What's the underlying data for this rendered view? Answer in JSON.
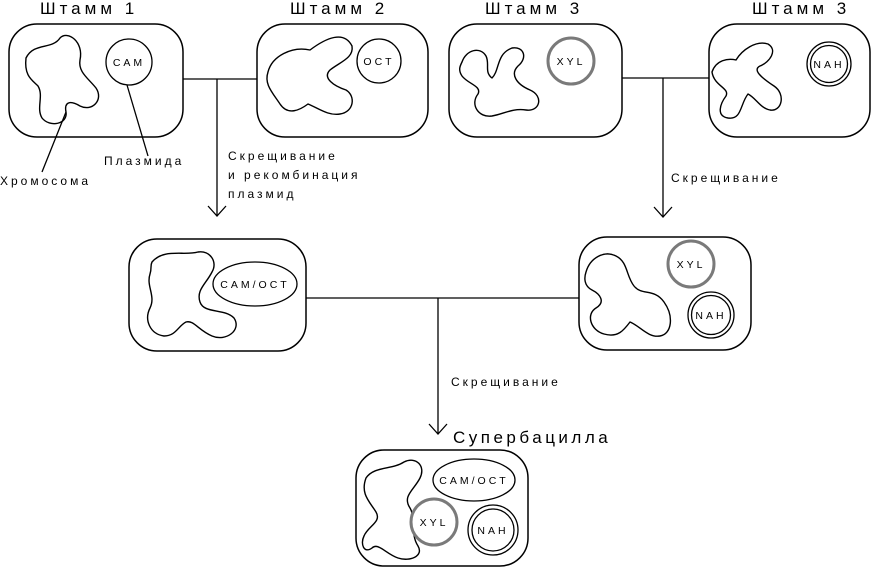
{
  "strains": [
    {
      "title": "Штамм 1",
      "plasmid": "CAM"
    },
    {
      "title": "Штамм 2",
      "plasmid": "OCT"
    },
    {
      "title": "Штамм 3",
      "plasmid": "XYL"
    },
    {
      "title": "Штамм 3",
      "plasmid": "NAH"
    }
  ],
  "labels": {
    "chromosome": "Хромосома",
    "plasmid": "Плазмида"
  },
  "steps": {
    "crossing_recomb_line1": "Скрещивание",
    "crossing_recomb_line2": "и рекомбинация",
    "crossing_recomb_line3": "плазмид",
    "crossing_right": "Скрещивание",
    "crossing_bottom": "Скрещивание"
  },
  "intermediate": {
    "left_plasmid": "CAM/OCT",
    "right_plasmids": [
      "XYL",
      "NAH"
    ]
  },
  "result": {
    "title": "Супербацилла",
    "plasmids": [
      "CAM/OCT",
      "XYL",
      "NAH"
    ]
  }
}
